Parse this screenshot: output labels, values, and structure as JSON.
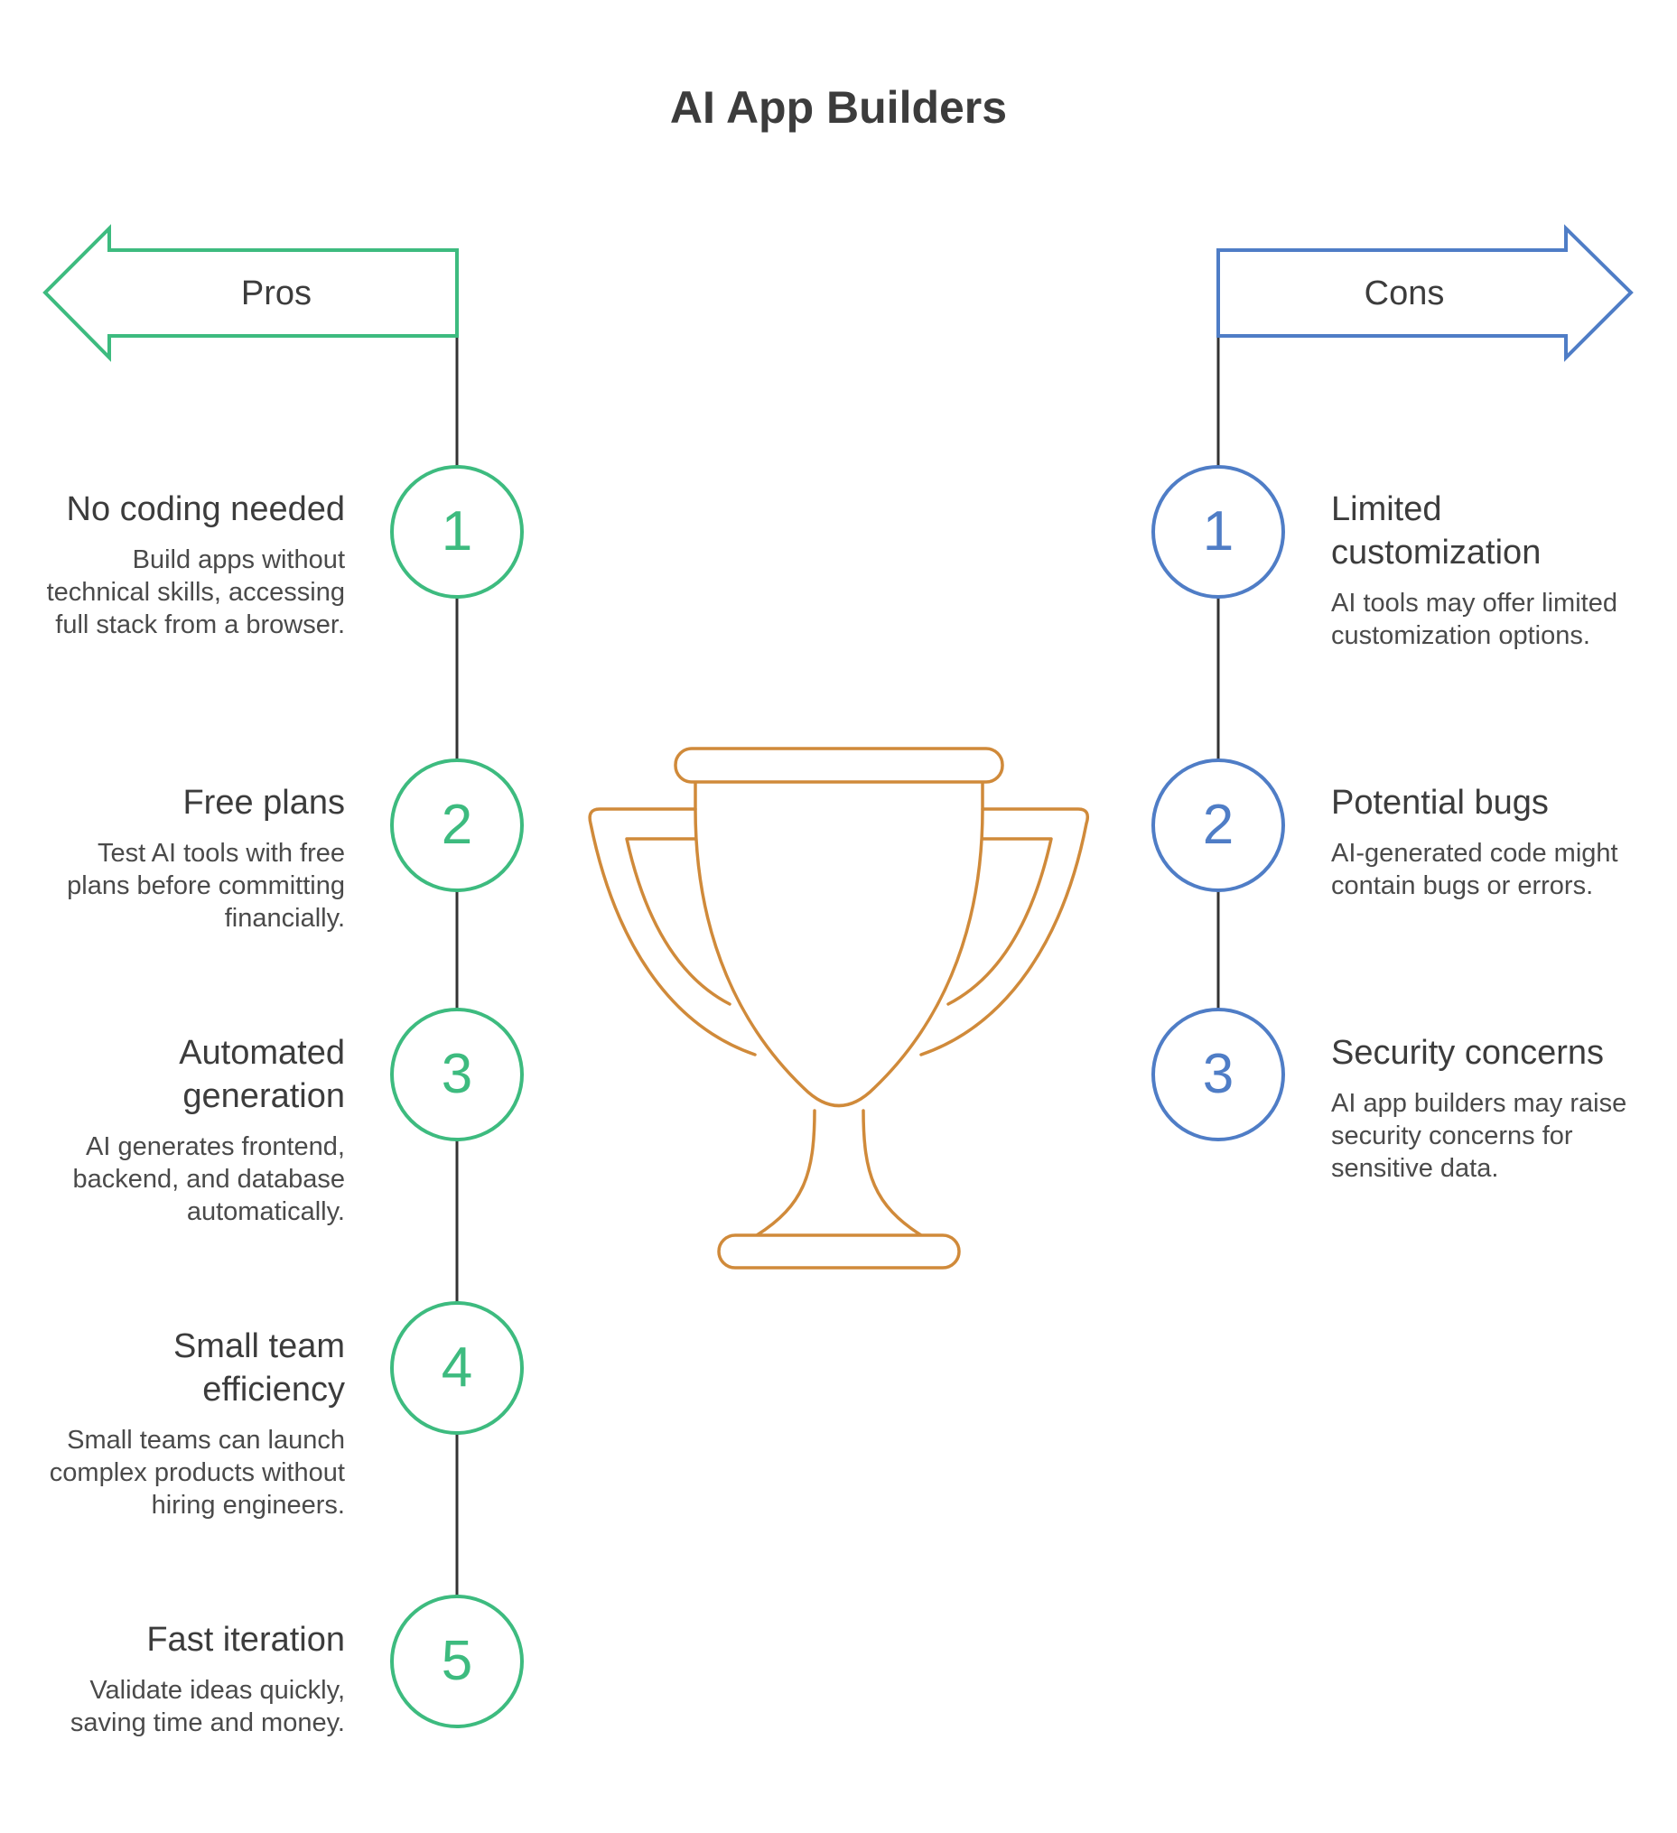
{
  "title": "AI App Builders",
  "colors": {
    "pros": "#3dbb7f",
    "cons": "#4f7dc6",
    "trophy": "#d08a3a",
    "line": "#333333",
    "text": "#3c3c3c"
  },
  "pros": {
    "label": "Pros",
    "items": [
      {
        "number": "1",
        "title": "No coding needed",
        "desc": "Build apps without technical skills, accessing full stack from a browser."
      },
      {
        "number": "2",
        "title": "Free plans",
        "desc": "Test AI tools with free plans before committing financially."
      },
      {
        "number": "3",
        "title": "Automated generation",
        "desc": "AI generates frontend, backend, and database automatically."
      },
      {
        "number": "4",
        "title": "Small team efficiency",
        "desc": "Small teams can launch complex products without hiring engineers."
      },
      {
        "number": "5",
        "title": "Fast iteration",
        "desc": "Validate ideas quickly, saving time and money."
      }
    ]
  },
  "cons": {
    "label": "Cons",
    "items": [
      {
        "number": "1",
        "title": "Limited customization",
        "desc": "AI tools may offer limited customization options."
      },
      {
        "number": "2",
        "title": "Potential bugs",
        "desc": "AI-generated code might contain bugs or errors."
      },
      {
        "number": "3",
        "title": "Security concerns",
        "desc": "AI app builders may raise security concerns for sensitive data."
      }
    ]
  },
  "icon": "trophy-icon"
}
